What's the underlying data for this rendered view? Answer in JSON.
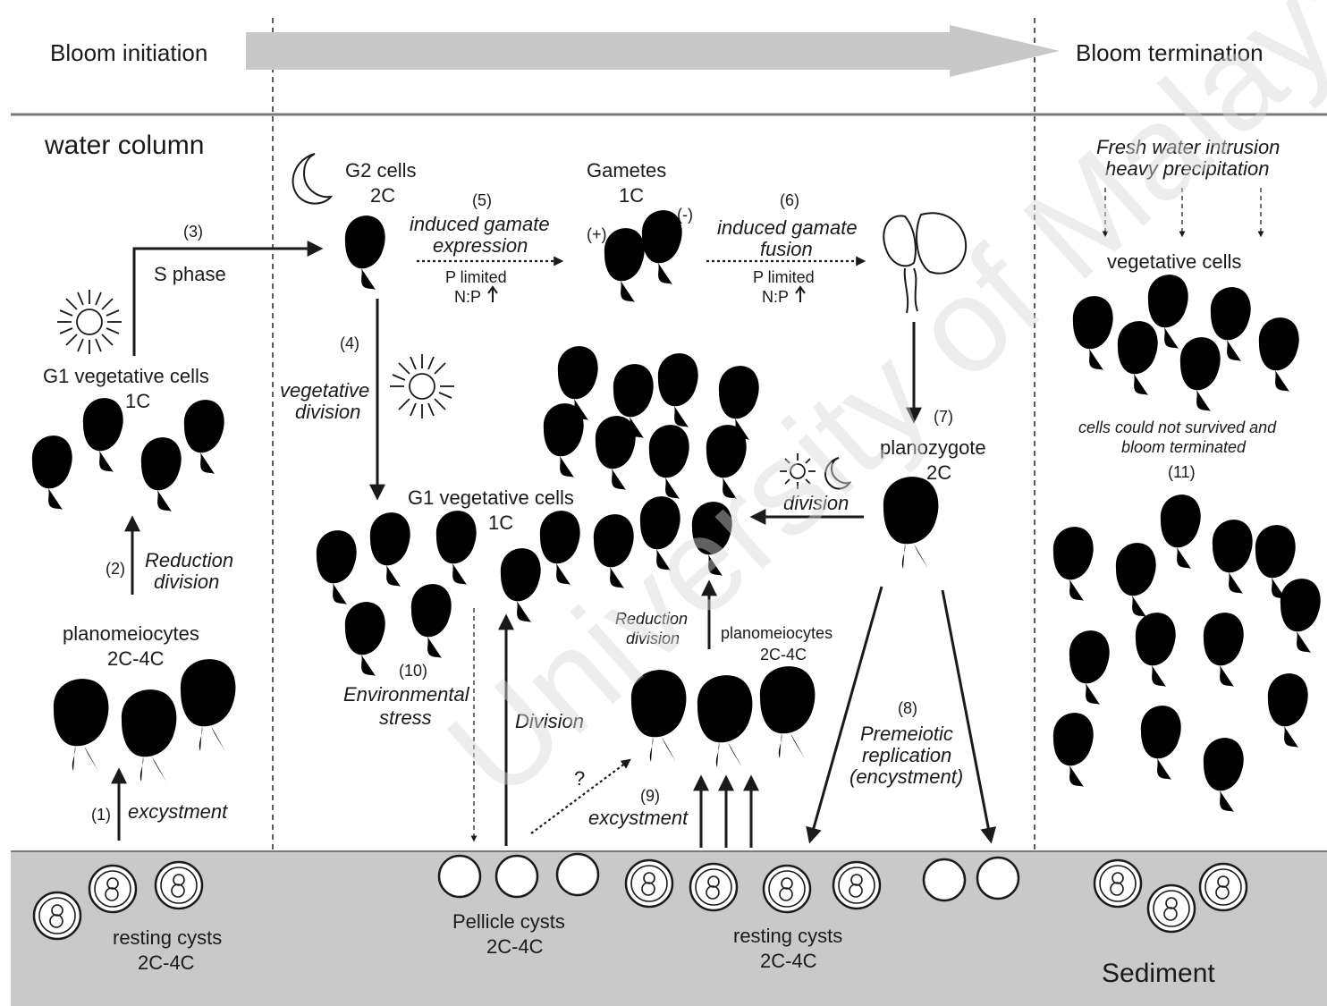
{
  "header": {
    "bloom_initiation": "Bloom initiation",
    "bloom_termination": "Bloom termination"
  },
  "water_column": "water column",
  "sediment": "Sediment",
  "watermark": "University of Malaya",
  "stages": {
    "g2_cells": "G2 cells",
    "g2_ploidy": "2C",
    "gametes": "Gametes",
    "gametes_ploidy": "1C",
    "plus": "(+)",
    "minus": "(-)",
    "g1_left": "G1 vegetative cells",
    "g1_left_ploidy": "1C",
    "g1_center": "G1 vegetative cells",
    "g1_center_ploidy": "1C",
    "planomeiocytes_left": "planomeiocytes",
    "planomeiocytes_left_ploidy": "2C-4C",
    "planomeiocytes_center": "planomeiocytes",
    "planomeiocytes_center_ploidy": "2C-4C",
    "planozygote": "planozygote",
    "planozygote_ploidy": "2C",
    "vegetative_cells_right": "vegetative cells",
    "resting_cysts_left": "resting cysts",
    "resting_cysts_left_ploidy": "2C-4C",
    "pellicle_cysts": "Pellicle cysts",
    "pellicle_cysts_ploidy": "2C-4C",
    "resting_cysts_center": "resting cysts",
    "resting_cysts_center_ploidy": "2C-4C"
  },
  "steps": {
    "s1": "(1)",
    "s1_label": "excystment",
    "s2": "(2)",
    "s2_label_1": "Reduction",
    "s2_label_2": "division",
    "s3": "(3)",
    "s3_label": "S phase",
    "s4": "(4)",
    "s4_label_1": "vegetative",
    "s4_label_2": "division",
    "s5": "(5)",
    "s5_label_1": "induced gamate",
    "s5_label_2": "expression",
    "s5_cond_1": "P limited",
    "s5_cond_2": "N:P",
    "s6": "(6)",
    "s6_label_1": "induced gamate",
    "s6_label_2": "fusion",
    "s6_cond_1": "P limited",
    "s6_cond_2": "N:P",
    "s7": "(7)",
    "division_label": "division",
    "s8": "(8)",
    "s8_label_1": "Premeiotic",
    "s8_label_2": "replication",
    "s8_label_3": "(encystment)",
    "s9": "(9)",
    "s9_label": "excystment",
    "question": "?",
    "s10": "(10)",
    "s10_label_1": "Environmental",
    "s10_label_2": "stress",
    "division_center": "Division",
    "reduction_center_1": "Reduction",
    "reduction_center_2": "division",
    "s11": "(11)",
    "s11_label_1": "cells could not survived and",
    "s11_label_2": "bloom terminated",
    "fresh_water_1": "Fresh water intrusion",
    "fresh_water_2": "heavy precipitation"
  },
  "colors": {
    "header_arrow": "#c8c8c8",
    "sediment_band": "#c9c9c9",
    "ink": "#1a1a1a",
    "faded_ink": "#9a9a9a"
  }
}
